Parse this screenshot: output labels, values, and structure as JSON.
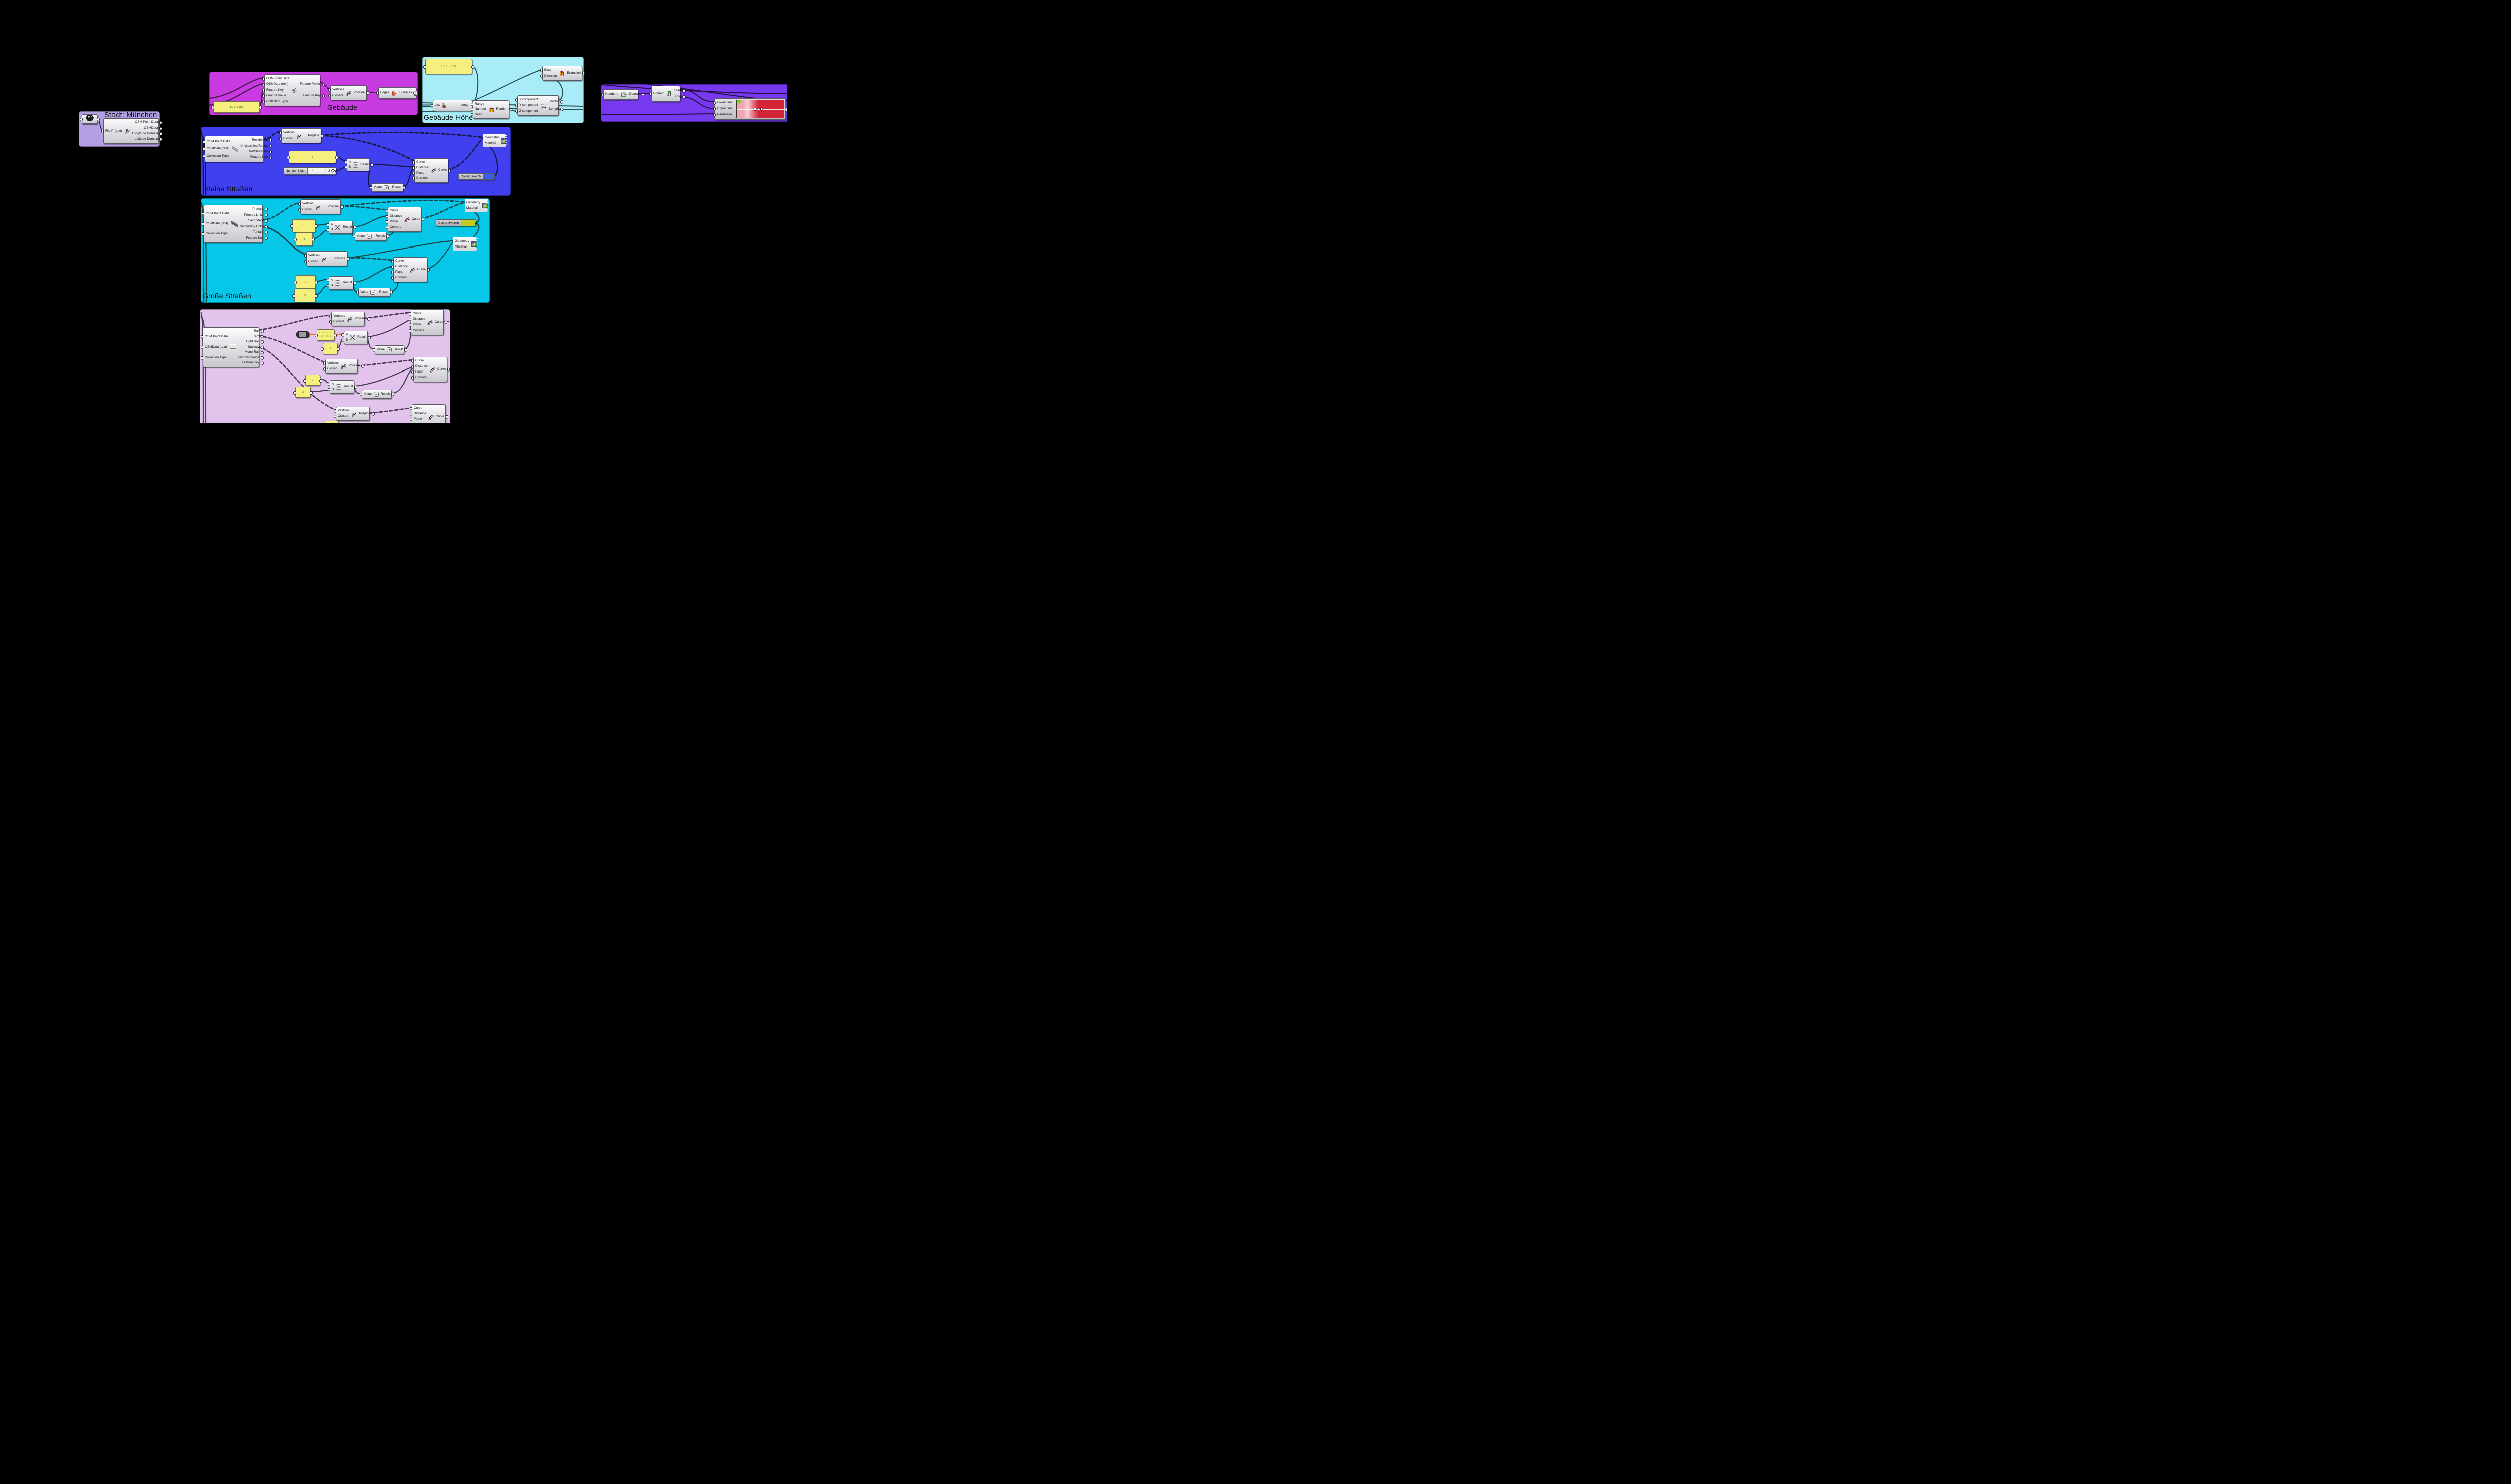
{
  "groups": {
    "muenchen": {
      "label": "Stadt: München",
      "color": "#b3a0e2"
    },
    "gebaeude": {
      "label": "Gebäude",
      "color": "#c83be1"
    },
    "hoehe": {
      "label": "Gebäude Höhe",
      "color": "#a7ecf6"
    },
    "gradient_group": {
      "color": "#7639ef"
    },
    "kleine": {
      "label": "Kleine Straßen",
      "color": "#4140ee"
    },
    "grosse": {
      "label": "Große Straßen",
      "color": "#07c7e8"
    },
    "oepnv": {
      "color": "#e1c3ec"
    }
  },
  "c": {
    "vertices": "Vertices",
    "closed": "Closed",
    "polyline": "Polyline",
    "curve": "Curve",
    "distance": "Distance",
    "plane": "Plane",
    "corners": "Corners",
    "a": "A",
    "b": "B",
    "result": "Result",
    "value": "Value",
    "geometry": "Geometry",
    "material": "Material",
    "colour_swatch": "Colour Swatch"
  },
  "nodes": {
    "filepath": {
      "icon_label": "C:/"
    },
    "osm_muc": {
      "inputs": [
        "File.P (text)"
      ],
      "outputs": [
        "OSM Point Data",
        "OSMData",
        "Longitude Domain",
        "Latitude Domain"
      ]
    },
    "osm_geb": {
      "inputs": [
        "OSM Point Data",
        "OSMData (text)",
        "Feature Key",
        "Feature Value",
        "Collection Type"
      ],
      "outputs": [
        "Feature Points",
        "Feature Key"
      ]
    },
    "surfaces": {
      "inputs": [
        "Edges"
      ],
      "outputs": [
        "Surfaces"
      ]
    },
    "listlen": {
      "inputs": [
        "List"
      ],
      "outputs": [
        "Length"
      ]
    },
    "random": {
      "inputs": [
        "Range",
        "Number",
        "Seed"
      ],
      "outputs": [
        "Random"
      ]
    },
    "vector": {
      "inputs": [
        "X component",
        "Y component",
        "Z component"
      ],
      "outputs": [
        "Vector",
        "Length"
      ]
    },
    "extrude": {
      "inputs": [
        "Base",
        "Direction"
      ],
      "outputs": [
        "Extrusion"
      ]
    },
    "bounds": {
      "inputs": [
        "Numbers"
      ],
      "outputs": [
        "Domain"
      ]
    },
    "dedomain": {
      "inputs": [
        "Domain"
      ],
      "outputs": [
        "Start",
        "End"
      ]
    },
    "gradient": {
      "inputs": [
        "Lower limit",
        "Upper limit",
        "Parameter"
      ]
    },
    "osm_kleine": {
      "inputs": [
        "OSM Point Data",
        "OSMData (text)",
        "Collection Type"
      ],
      "outputs": [
        "Residential",
        "Unclassified Roads",
        "NotClassified",
        "Feature Key"
      ]
    },
    "osm_grosse": {
      "inputs": [
        "OSM Point Data",
        "OSMData (text)",
        "Collection Type"
      ],
      "outputs": [
        "Primary",
        "Primary Links",
        "Secondary",
        "Secondary Links",
        "Tertiary",
        "Feature Key"
      ]
    },
    "osm_oepnv": {
      "inputs": [
        "OSM Point Data",
        "OSMData (text)",
        "Collection Type"
      ],
      "outputs": [
        "Rail",
        "Tram",
        "Light Rail",
        "Subway",
        "Mono-Rail",
        "Narrow-Gauge",
        "Feature Key"
      ]
    }
  },
  "panels": {
    "building": "building",
    "height_range": "10 to 100",
    "kleine_width": "5",
    "grosse_a1": "1",
    "grosse_a2": "3",
    "grosse_b1": "1",
    "grosse_b2": "5",
    "oepnv_nodata": "No data was collected…",
    "oepnv_a2": "3",
    "oepnv_b1": "1",
    "oepnv_b2": "3"
  },
  "slider": {
    "label": "Number Slider",
    "value": "3"
  },
  "styles": {
    "kleine_swatch": "background:#3d5fe8",
    "grosse_swatch": "background:#c0cf1b"
  }
}
